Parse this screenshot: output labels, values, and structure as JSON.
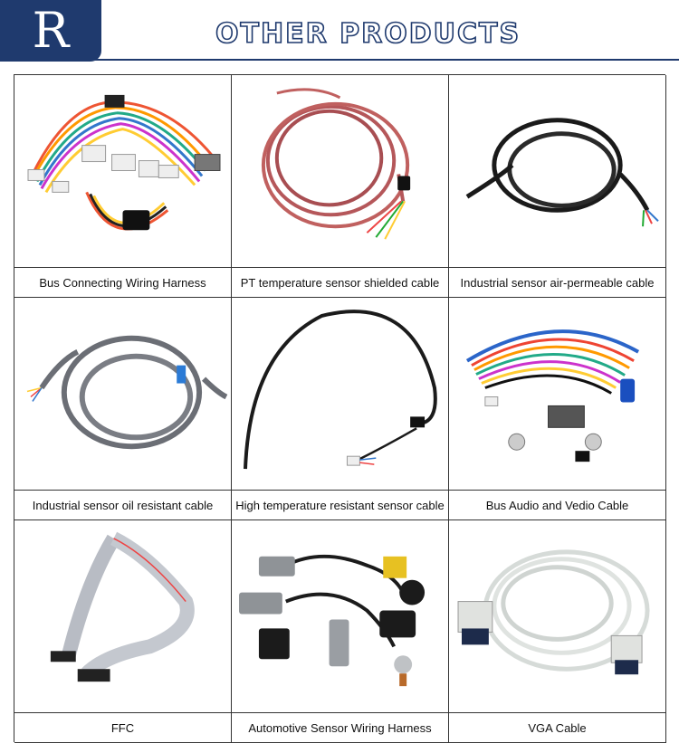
{
  "header": {
    "logo_letter": "R",
    "title": "OTHER PRODUCTS"
  },
  "colors": {
    "brand": "#1f3a6e"
  },
  "products": [
    {
      "name": "Bus Connecting Wiring Harness",
      "image": "wiring-harness-image"
    },
    {
      "name": "PT temperature sensor shielded cable",
      "image": "red-shielded-cable-image"
    },
    {
      "name": "Industrial sensor air-permeable cable",
      "image": "black-sensor-cable-image"
    },
    {
      "name": "Industrial sensor oil resistant cable",
      "image": "grey-oil-resistant-cable-image"
    },
    {
      "name": "High temperature resistant sensor cable",
      "image": "black-high-temp-cable-image"
    },
    {
      "name": "Bus Audio and Vedio Cable",
      "image": "colorful-av-cable-image"
    },
    {
      "name": "FFC",
      "image": "grey-ribbon-cable-image"
    },
    {
      "name": "Automotive Sensor Wiring Harness",
      "image": "automotive-connector-harness-image"
    },
    {
      "name": "VGA Cable",
      "image": "vga-cable-image"
    }
  ]
}
